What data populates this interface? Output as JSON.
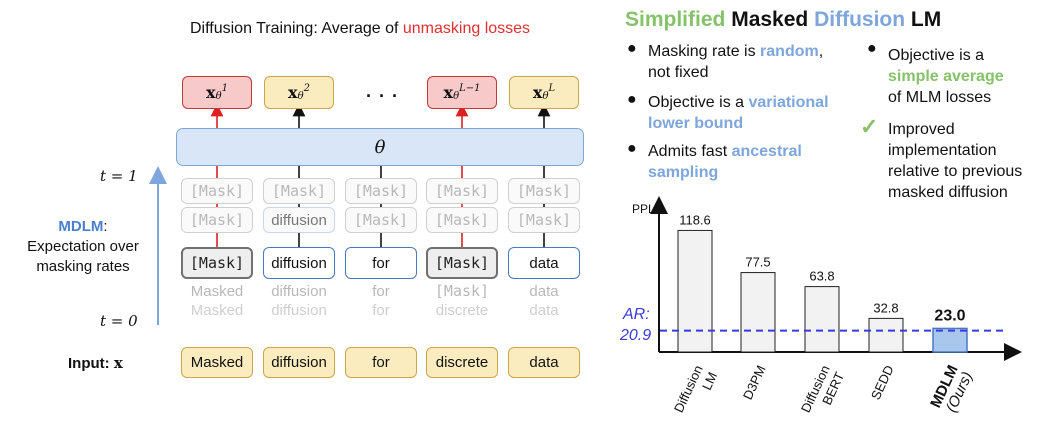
{
  "left": {
    "title_prefix": "Diffusion Training: Average of ",
    "title_highlight": "unmasking losses",
    "theta_label": "θ",
    "dots": "· · ·",
    "predictions": [
      {
        "base": "x",
        "sub": "θ",
        "sup": "1",
        "kind": "red"
      },
      {
        "base": "x",
        "sub": "θ",
        "sup": "2",
        "kind": "yellow"
      },
      {
        "base": "x",
        "sub": "θ",
        "sup": "L−1",
        "kind": "red"
      },
      {
        "base": "x",
        "sub": "θ",
        "sup": "L",
        "kind": "yellow"
      }
    ],
    "t1_label": "t = 1",
    "t0_label": "t = 0",
    "mdlm_word": "MDLM",
    "mdlm_line1": "Expectation over",
    "mdlm_line2": "masking rates",
    "input_label": "Input: ",
    "input_symbol": "x",
    "ghost_top": [
      "[Mask]",
      "[Mask]",
      "[Mask]",
      "[Mask]",
      "[Mask]"
    ],
    "ghost_row2": [
      "[Mask]",
      "diffusion",
      "[Mask]",
      "[Mask]",
      "[Mask]"
    ],
    "current_row": [
      "[Mask]",
      "diffusion",
      "for",
      "[Mask]",
      "data"
    ],
    "ghost_row4": [
      "Masked",
      "diffusion",
      "for",
      "[Mask]",
      "data"
    ],
    "ghost_row5": [
      "Masked",
      "diffusion",
      "for",
      "discrete",
      "data"
    ],
    "input_row": [
      "Masked",
      "diffusion",
      "for",
      "discrete",
      "data"
    ]
  },
  "right": {
    "title_w1": "Simplified",
    "title_w2": "Masked",
    "title_w3": "Diffusion",
    "title_w4": "LM",
    "bullets": {
      "b1_a": "Masking rate is ",
      "b1_hl": "random",
      "b1_b": ",",
      "b1_c": "not fixed",
      "b2_a": "Objective is a ",
      "b2_hl1": "variational",
      "b2_hl2": "lower bound",
      "b3_a": "Admits fast ",
      "b3_hl1": "ancestral",
      "b3_hl2": "sampling",
      "b4_a": "Objective is a",
      "b4_hl": "simple average",
      "b4_b": "of MLM losses",
      "b5_l1": "Improved",
      "b5_l2": "implementation",
      "b5_l3": "relative to previous",
      "b5_l4": "masked diffusion",
      "check": "✓"
    }
  },
  "chart_data": {
    "type": "bar",
    "ylabel": "PPL",
    "categories": [
      "Diffusion LM",
      "D3PM",
      "Diffusion BERT",
      "SEDD",
      "MDLM (Ours)"
    ],
    "category_lines": [
      [
        "Diffusion",
        "LM"
      ],
      [
        "D3PM"
      ],
      [
        "Diffusion",
        "BERT"
      ],
      [
        "SEDD"
      ],
      [
        "MDLM",
        "(Ours)"
      ]
    ],
    "values": [
      118.6,
      77.5,
      63.8,
      32.8,
      23.0
    ],
    "value_labels": [
      "118.6",
      "77.5",
      "63.8",
      "32.8",
      "23.0"
    ],
    "reference_line": {
      "label_line1": "AR:",
      "label_line2": "20.9",
      "value": 20.9,
      "color": "#3a3ae0"
    },
    "bar_color": "#f2f2f2",
    "highlight_bar_color": "#a9c6ec",
    "highlight_index": 4,
    "ylim": [
      0,
      150
    ]
  }
}
